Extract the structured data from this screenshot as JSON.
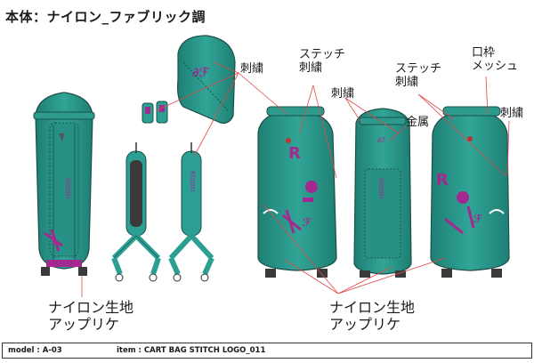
{
  "title": "本体：ナイロン_ファブリック調",
  "callouts": {
    "shishu_1": "刺繍",
    "stitch_shishu_1": "ステッチ\n刺繍",
    "shishu_2": "刺繍",
    "stitch_shishu_2": "ステッチ\n刺繍",
    "kinzoku": "金属",
    "kuchiwaku": "口枠\nメッシュ",
    "shishu_3": "刺繍",
    "nylon_left": "ナイロン生地\nアップリケ",
    "nylon_right": "ナイロン生地\nアップリケ"
  },
  "footer": {
    "model": "model : A-03",
    "item": "item : CART BAG STITCH LOGO_011"
  },
  "colors": {
    "bag_teal": "#2a9f92",
    "bag_dark": "#1f6f66",
    "logo_magenta": "#a3288f",
    "leader_red": "#e04848",
    "strap_dark": "#3a3a3a"
  }
}
